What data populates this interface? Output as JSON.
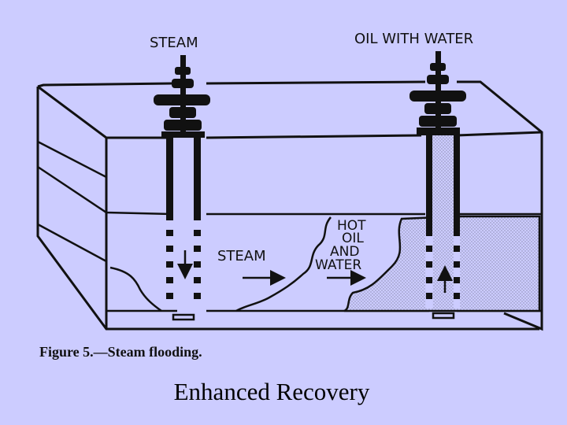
{
  "diagram": {
    "label_steam_inlet": "STEAM",
    "label_oil_outlet": "OIL WITH WATER",
    "label_steam_zone": "STEAM",
    "label_hot_zone": [
      "HOT",
      "OIL",
      "AND",
      "WATER"
    ],
    "caption": "Figure 5.—Steam flooding."
  },
  "slide": {
    "title": "Enhanced Recovery"
  },
  "colors": {
    "background": "#ccccff",
    "ink": "#111111",
    "oil_zone_stipple": "#8888aa"
  },
  "icons": [
    "wellhead-icon",
    "arrow-down-icon",
    "arrow-up-icon",
    "arrow-right-icon"
  ]
}
